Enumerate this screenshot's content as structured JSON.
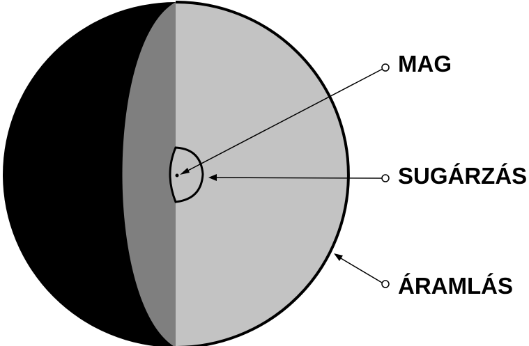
{
  "labels": {
    "core": "MAG",
    "radiation": "SUGÁRZÁS",
    "convection": "ÁRAMLÁS"
  },
  "colors": {
    "outer_shadow": "#000000",
    "inner_shadow": "#7f7f7f",
    "lit_face": "#c3c3c3",
    "outline": "#000000",
    "background": "#ffffff"
  }
}
